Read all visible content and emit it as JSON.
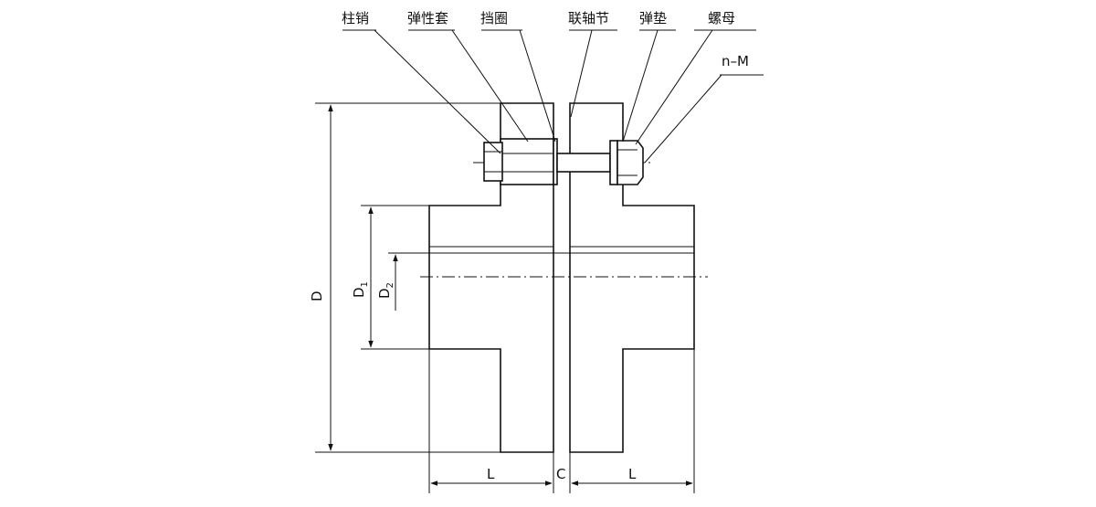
{
  "labels": {
    "pin": "柱销",
    "elastic_sleeve": "弹性套",
    "retaining_ring": "挡圈",
    "coupling_half": "联轴节",
    "spring_washer": "弹垫",
    "nut": "螺母",
    "thread_spec": "n–M"
  },
  "dimensions": {
    "outer_diameter": "D",
    "hub_diameter": "D",
    "hub_diameter_sub": "1",
    "bore_diameter": "D",
    "bore_diameter_sub": "2",
    "hub_length_left": "L",
    "gap": "C",
    "hub_length_right": "L"
  }
}
